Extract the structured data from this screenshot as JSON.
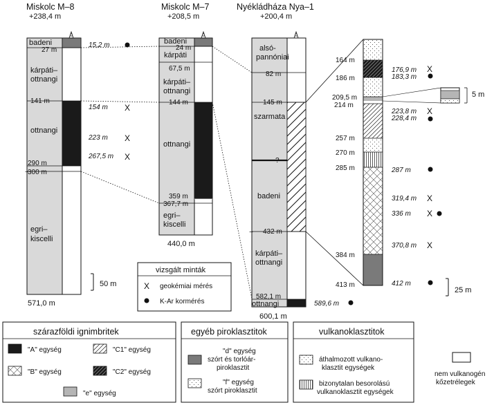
{
  "wells": [
    {
      "name": "Miskolc M–8",
      "elev": "+238,4 m",
      "total": "571,0 m",
      "depths": [
        "27 m",
        "141 m",
        "290 m",
        "300 m"
      ],
      "units": [
        "badeni",
        "kárpáti–",
        "ottnangi",
        "ottnangi",
        "egri–",
        "kiscelli"
      ],
      "samples": [
        {
          "depth": "15,2 m",
          "type": "dot"
        },
        {
          "depth": "154 m",
          "type": "x"
        },
        {
          "depth": "223 m",
          "type": "x"
        },
        {
          "depth": "267,5 m",
          "type": "x"
        }
      ]
    },
    {
      "name": "Miskolc M–7",
      "elev": "+208,5 m",
      "total": "440,0 m",
      "depths": [
        "24 m",
        "67,5 m",
        "144 m",
        "359 m",
        "367,7 m"
      ],
      "units": [
        "badeni",
        "kárpáti",
        "kárpáti–",
        "ottnangi",
        "ottnangi",
        "egri–",
        "kiscelli"
      ]
    },
    {
      "name": "Nyékládháza Nya–1",
      "elev": "+200,4 m",
      "total": "600,1 m",
      "depths": [
        "82 m",
        "145 m",
        "?",
        "432 m",
        "582,1 m"
      ],
      "units": [
        "alsó-",
        "pannóniai",
        "szarmata",
        "badeni",
        "kárpáti–",
        "ottnangi",
        "ottnangi"
      ],
      "samples": [
        {
          "depth": "589,6 m",
          "type": "dot"
        }
      ]
    }
  ],
  "detail": {
    "depths": [
      "164 m",
      "186 m",
      "209,5 m",
      "214 m",
      "257 m",
      "270 m",
      "285 m",
      "384 m",
      "413 m"
    ],
    "samples": [
      {
        "depth": "176,9 m",
        "type": "x"
      },
      {
        "depth": "183,3 m",
        "type": "dot"
      },
      {
        "depth": "223,8 m",
        "type": "x"
      },
      {
        "depth": "228,4 m",
        "type": "dot"
      },
      {
        "depth": "287 m",
        "type": "dot"
      },
      {
        "depth": "319,4 m",
        "type": "x"
      },
      {
        "depth": "336 m",
        "type": "xdot"
      },
      {
        "depth": "370,8 m",
        "type": "x"
      },
      {
        "depth": "412 m",
        "type": "dot"
      }
    ],
    "inset_scale": "5 m"
  },
  "scales": {
    "bar1": "50 m",
    "bar2": "25 m"
  },
  "samples_legend": {
    "title": "vizsgált minták",
    "geochem": "geokémiai mérés",
    "kar": "K-Ar kormérés"
  },
  "legend": {
    "ignimbrites": {
      "title": "szárazföldi ignimbritek",
      "a": "\"A\" egység",
      "b": "\"B\" egység",
      "c1": "\"C1\" egység",
      "c2": "\"C2\" egység",
      "e": "\"e\" egység"
    },
    "pyroclastics": {
      "title": "egyéb piroklasztitok",
      "d": [
        "\"d\" egység",
        "szórt és torlóár-",
        "piroklasztit"
      ],
      "f": [
        "\"f\" egység",
        "szórt piroklasztit"
      ]
    },
    "volcanoclastics": {
      "title": "vulkanoklasztitok",
      "mixed": [
        "áthalmozott vulkano-",
        "klasztit egységek"
      ],
      "unclassified": [
        "bizonytalan besorolású",
        "vulkanoklasztit egységek"
      ]
    },
    "nonvolcanic": [
      "nem vulkanogén",
      "kőzetrélegek"
    ]
  },
  "colors": {
    "gray": "#d9d9d9",
    "unit_a": "#1a1a1a",
    "unit_d": "#7a7a7a",
    "unit_e": "#b5b5b5"
  }
}
